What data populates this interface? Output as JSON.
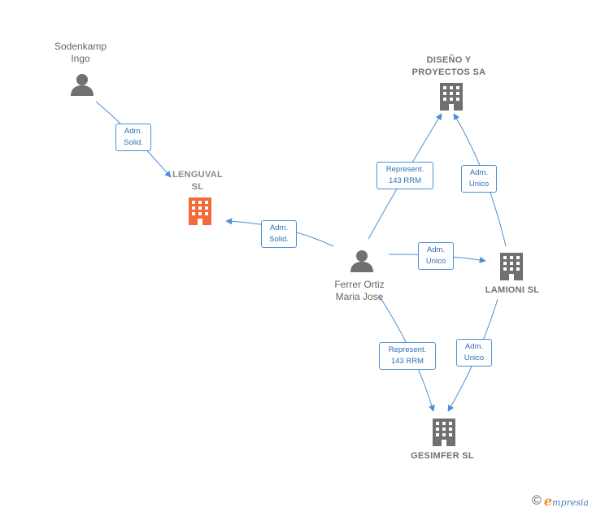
{
  "colors": {
    "edge": "#4a90d9",
    "person_icon": "#707070",
    "company_icon": "#707070",
    "focus_company_icon": "#f26b3a"
  },
  "nodes": {
    "sodenkamp": {
      "label": "Sodenkamp\nIngo",
      "icon": "person-icon"
    },
    "lenguval": {
      "label": "LENGUVAL\nSL",
      "icon": "building-icon"
    },
    "ferrer": {
      "label": "Ferrer Ortiz\nMaria Jose",
      "icon": "person-icon"
    },
    "diseno": {
      "label": "DISEÑO Y\nPROYECTOS SA",
      "icon": "building-icon"
    },
    "lamioni": {
      "label": "LAMIONI SL",
      "icon": "building-icon"
    },
    "gesimfer": {
      "label": "GESIMFER SL",
      "icon": "building-icon"
    }
  },
  "edges": [
    {
      "id": "sodenkamp-lenguval",
      "label": "Adm.\nSolid."
    },
    {
      "id": "ferrer-lenguval",
      "label": "Adm.\nSolid."
    },
    {
      "id": "ferrer-diseno",
      "label": "Represent.\n143 RRM"
    },
    {
      "id": "lamioni-diseno",
      "label": "Adm.\nUnico"
    },
    {
      "id": "ferrer-lamioni",
      "label": "Adm.\nUnico"
    },
    {
      "id": "ferrer-gesimfer",
      "label": "Represent.\n143 RRM"
    },
    {
      "id": "lamioni-gesimfer",
      "label": "Adm.\nUnico"
    }
  ],
  "footer": {
    "copyright": "©",
    "brand_initial": "e",
    "brand_rest": "mpresia"
  }
}
